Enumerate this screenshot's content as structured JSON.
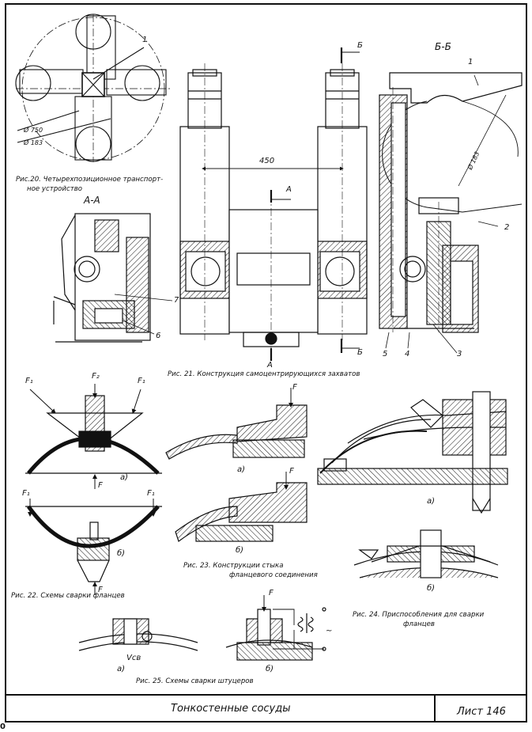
{
  "title_block": {
    "title": "Тонкостенные сосуды",
    "sheet": "Лист 146",
    "corner_mark": "0"
  },
  "fig20": {
    "caption_line1": "Рис.20. Четырехпозиционное транспорт-",
    "caption_line2": "ное устройство",
    "callout_1": "1",
    "dim_750": "Ø 750",
    "dim_183": "Ø 183"
  },
  "fig21": {
    "caption": "Рис. 21. Конструкция самоцентрирующихся захватов",
    "section_aa": "А-А",
    "section_bb": "Б-Б",
    "dim_450": "450",
    "dim_183": "Ø 183",
    "cut_a_top": "А",
    "cut_a_bottom": "А",
    "cut_b_top": "Б",
    "cut_b_bottom": "Б",
    "callout_1": "1",
    "callout_2": "2",
    "callout_3": "3",
    "callout_4": "4",
    "callout_5": "5",
    "callout_6": "6",
    "callout_7": "7"
  },
  "fig22": {
    "caption": "Рис. 22. Схемы сварки фланцев",
    "f1_left": "F₁",
    "f2": "F₂",
    "f1_right": "F₁",
    "f_a": "F",
    "label_a": "а)",
    "f1_left_b": "F₁",
    "f1_right_b": "F₁",
    "label_b": "б)",
    "f_b": "F"
  },
  "fig23": {
    "caption_line1": "Рис. 23. Конструкции стыка",
    "caption_line2": "фланцевого соединения",
    "f_a": "F",
    "label_a": "а)",
    "f_b": "F",
    "label_b": "б)"
  },
  "fig24": {
    "caption_line1": "Рис. 24. Приспособления для сварки",
    "caption_line2": "фланцев",
    "label_a": "а)",
    "label_b": "б)"
  },
  "fig25": {
    "caption": "Рис. 25. Схемы сварки штуцеров",
    "vsv": "Vсв",
    "label_a": "а)",
    "label_b": "б)",
    "f": "F",
    "ac": "~"
  }
}
